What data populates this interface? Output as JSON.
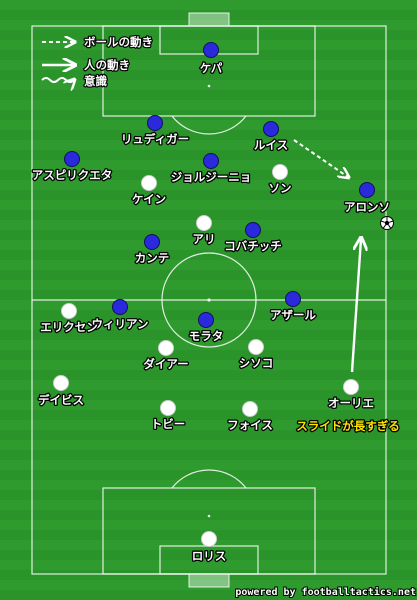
{
  "legend": {
    "ball_movement": "ボールの動き",
    "player_movement": "人の動き",
    "awareness": "意識"
  },
  "colors": {
    "team_blue": "#2a2adc",
    "team_white": "#ffffff",
    "annotation": "#ffe400"
  },
  "players": [
    {
      "id": "kepa",
      "name": "ケパ",
      "team": "blue"
    },
    {
      "id": "rudiger",
      "name": "リュディガー",
      "team": "blue"
    },
    {
      "id": "luiz",
      "name": "ルイス",
      "team": "blue"
    },
    {
      "id": "azpilicueta",
      "name": "アスピリクエタ",
      "team": "blue"
    },
    {
      "id": "jorginho",
      "name": "ジョルジーニョ",
      "team": "blue"
    },
    {
      "id": "alonso",
      "name": "アロンソ",
      "team": "blue"
    },
    {
      "id": "kovacic",
      "name": "コバチッチ",
      "team": "blue"
    },
    {
      "id": "kante",
      "name": "カンテ",
      "team": "blue"
    },
    {
      "id": "willian",
      "name": "ウィリアン",
      "team": "blue"
    },
    {
      "id": "hazard",
      "name": "アザール",
      "team": "blue"
    },
    {
      "id": "morata",
      "name": "モラタ",
      "team": "blue"
    },
    {
      "id": "son",
      "name": "ソン",
      "team": "white"
    },
    {
      "id": "kane",
      "name": "ケイン",
      "team": "white"
    },
    {
      "id": "alli",
      "name": "アリ",
      "team": "white"
    },
    {
      "id": "eriksen",
      "name": "エリクセン",
      "team": "white"
    },
    {
      "id": "dier",
      "name": "ダイアー",
      "team": "white"
    },
    {
      "id": "sissoko",
      "name": "シソコ",
      "team": "white"
    },
    {
      "id": "davies",
      "name": "デイビス",
      "team": "white"
    },
    {
      "id": "aurier",
      "name": "オーリエ",
      "team": "white"
    },
    {
      "id": "toby",
      "name": "トビー",
      "team": "white"
    },
    {
      "id": "foyth",
      "name": "フォイス",
      "team": "white"
    },
    {
      "id": "lloris",
      "name": "ロリス",
      "team": "white"
    }
  ],
  "annotation": "スライドが長すぎる",
  "credit": "powered by footballtactics.net"
}
